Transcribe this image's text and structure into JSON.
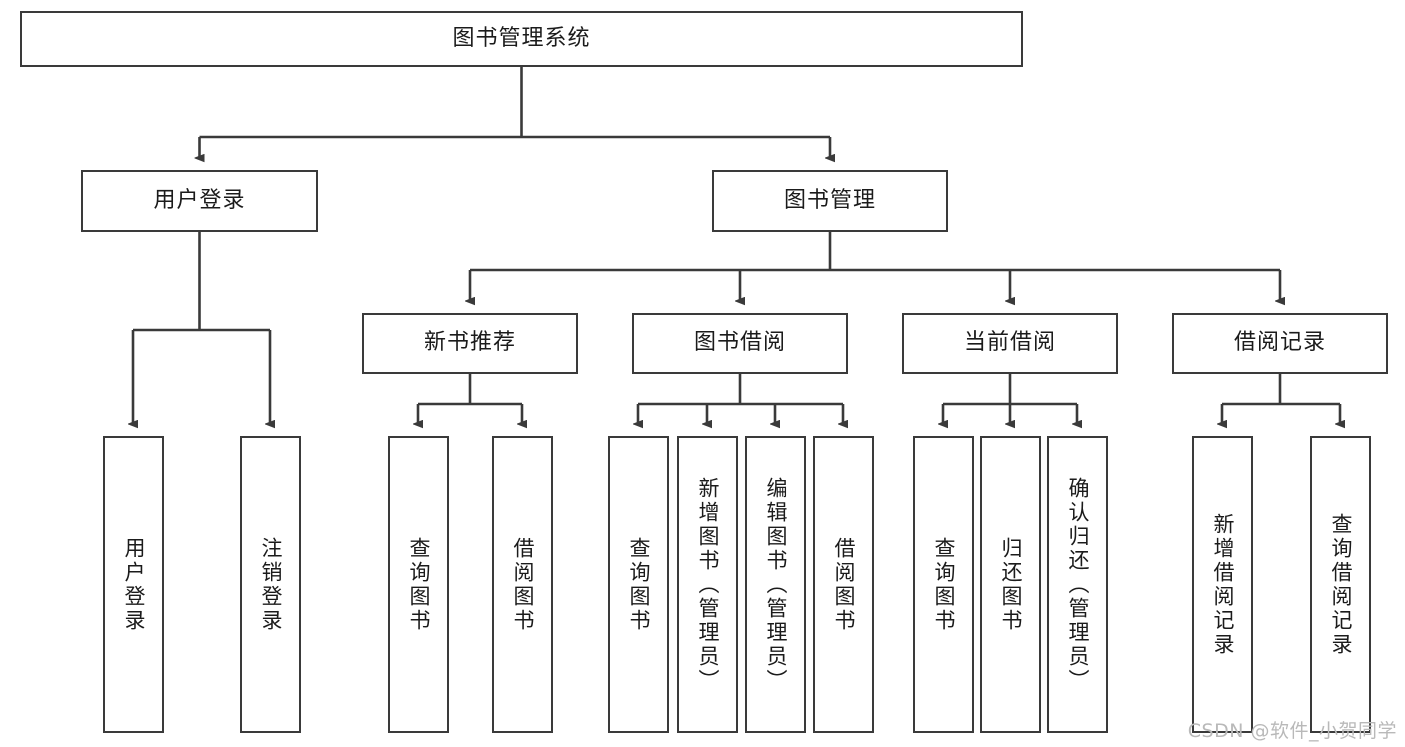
{
  "diagram": {
    "title_node": {
      "label": "图书管理系统"
    },
    "level1": [
      {
        "id": "user-login",
        "label": "用户登录"
      },
      {
        "id": "book-manage",
        "label": "图书管理"
      }
    ],
    "level2": [
      {
        "id": "new-book-recommend",
        "label": "新书推荐"
      },
      {
        "id": "book-borrow",
        "label": "图书借阅"
      },
      {
        "id": "current-borrow",
        "label": "当前借阅"
      },
      {
        "id": "borrow-record",
        "label": "借阅记录"
      }
    ],
    "leaves": {
      "user_login": [
        {
          "id": "leaf-user-login",
          "label": "用户登录"
        },
        {
          "id": "leaf-logout",
          "label": "注销登录"
        }
      ],
      "new_book_recommend": [
        {
          "id": "leaf-query-book-1",
          "label": "查询图书"
        },
        {
          "id": "leaf-borrow-book-1",
          "label": "借阅图书"
        }
      ],
      "book_borrow": [
        {
          "id": "leaf-query-book-2",
          "label": "查询图书"
        },
        {
          "id": "leaf-add-book",
          "label": "新增图书（管理员）"
        },
        {
          "id": "leaf-edit-book",
          "label": "编辑图书（管理员）"
        },
        {
          "id": "leaf-borrow-book-2",
          "label": "借阅图书"
        }
      ],
      "current_borrow": [
        {
          "id": "leaf-query-book-3",
          "label": "查询图书"
        },
        {
          "id": "leaf-return-book",
          "label": "归还图书"
        },
        {
          "id": "leaf-confirm-return",
          "label": "确认归还（管理员）"
        }
      ],
      "borrow_record": [
        {
          "id": "leaf-add-record",
          "label": "新增借阅记录"
        },
        {
          "id": "leaf-query-record",
          "label": "查询借阅记录"
        }
      ]
    },
    "watermark": "CSDN @软件_小贺同学",
    "colors": {
      "stroke": "#3a3a3a",
      "text": "#1b1b1b",
      "background": "#ffffff",
      "watermark": "#b9b9b9"
    }
  }
}
